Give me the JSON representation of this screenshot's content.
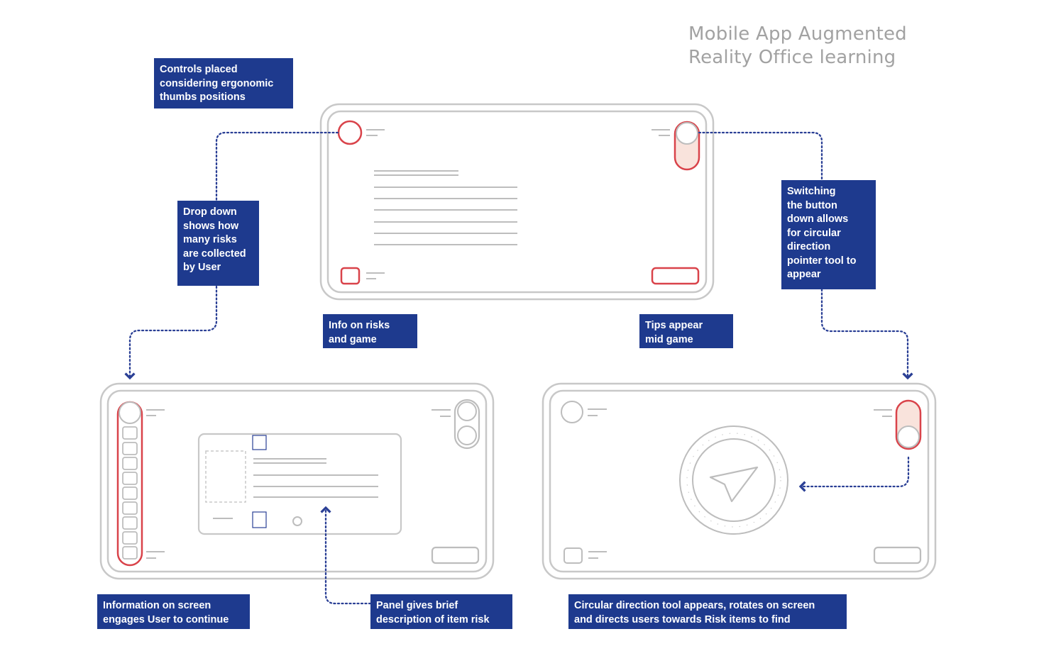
{
  "title": {
    "line1": "Mobile App Augmented",
    "line2": "Reality Office learning"
  },
  "labels": {
    "controls_placed": "Controls placed\nconsidering ergonomic\nthumbs positions",
    "drop_down": "Drop down\nshows how\nmany risks\nare collected\nby User",
    "switching": "Switching\nthe button\ndown allows\nfor circular\ndirection\npointer tool to\nappear",
    "info_risks": "Info on risks\nand game",
    "tips_appear": "Tips appear\nmid game",
    "information_screen": "Information on screen\nengages User to continue",
    "panel_gives": "Panel gives brief\ndescription of item risk",
    "circular_tool": "Circular direction tool appears, rotates on screen\nand directs users towards Risk items to find"
  },
  "colors": {
    "label_bg": "#1e3a8e",
    "label_text": "#ffffff",
    "title": "#a2a2a2",
    "accent_red": "#d9434a",
    "accent_fill": "#f9e3dc",
    "dotted_line": "#2a3f95",
    "outline_gray": "#bdbdbd"
  }
}
